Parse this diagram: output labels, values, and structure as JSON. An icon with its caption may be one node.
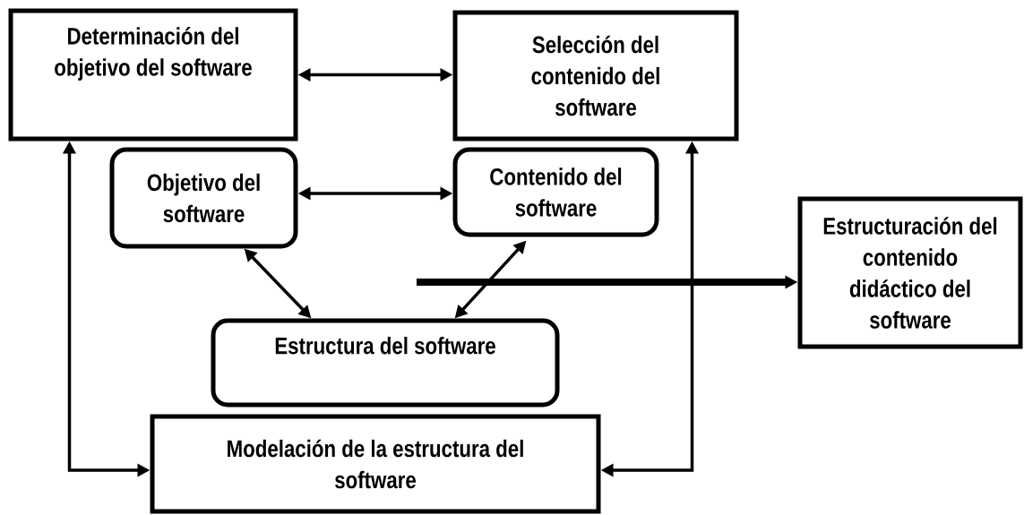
{
  "diagram": {
    "nodes": [
      {
        "text": [
          "Determinación del objetivo del software"
        ]
      },
      {
        "text": [
          "Selección del contenido del software"
        ]
      },
      {
        "text": [
          "Objetivo del software"
        ]
      },
      {
        "text": [
          "Contenido del software"
        ]
      },
      {
        "text": [
          "Estructura del software"
        ]
      },
      {
        "text": [
          "Modelación de la estructura del software"
        ]
      },
      {
        "text": [
          "Estructuración del contenido didáctico del software"
        ]
      }
    ],
    "edges": [
      {
        "from": 0,
        "to": 1,
        "arrow": "both"
      },
      {
        "from": 2,
        "to": 3,
        "arrow": "both"
      },
      {
        "from": 2,
        "to": 4,
        "arrow": "both"
      },
      {
        "from": 3,
        "to": 4,
        "arrow": "both"
      },
      {
        "from": 0,
        "to": 5,
        "arrow": "both"
      },
      {
        "from": 1,
        "to": 5,
        "arrow": "both"
      },
      {
        "from": null,
        "to": 6,
        "arrow": "to",
        "style": "thick"
      }
    ]
  }
}
